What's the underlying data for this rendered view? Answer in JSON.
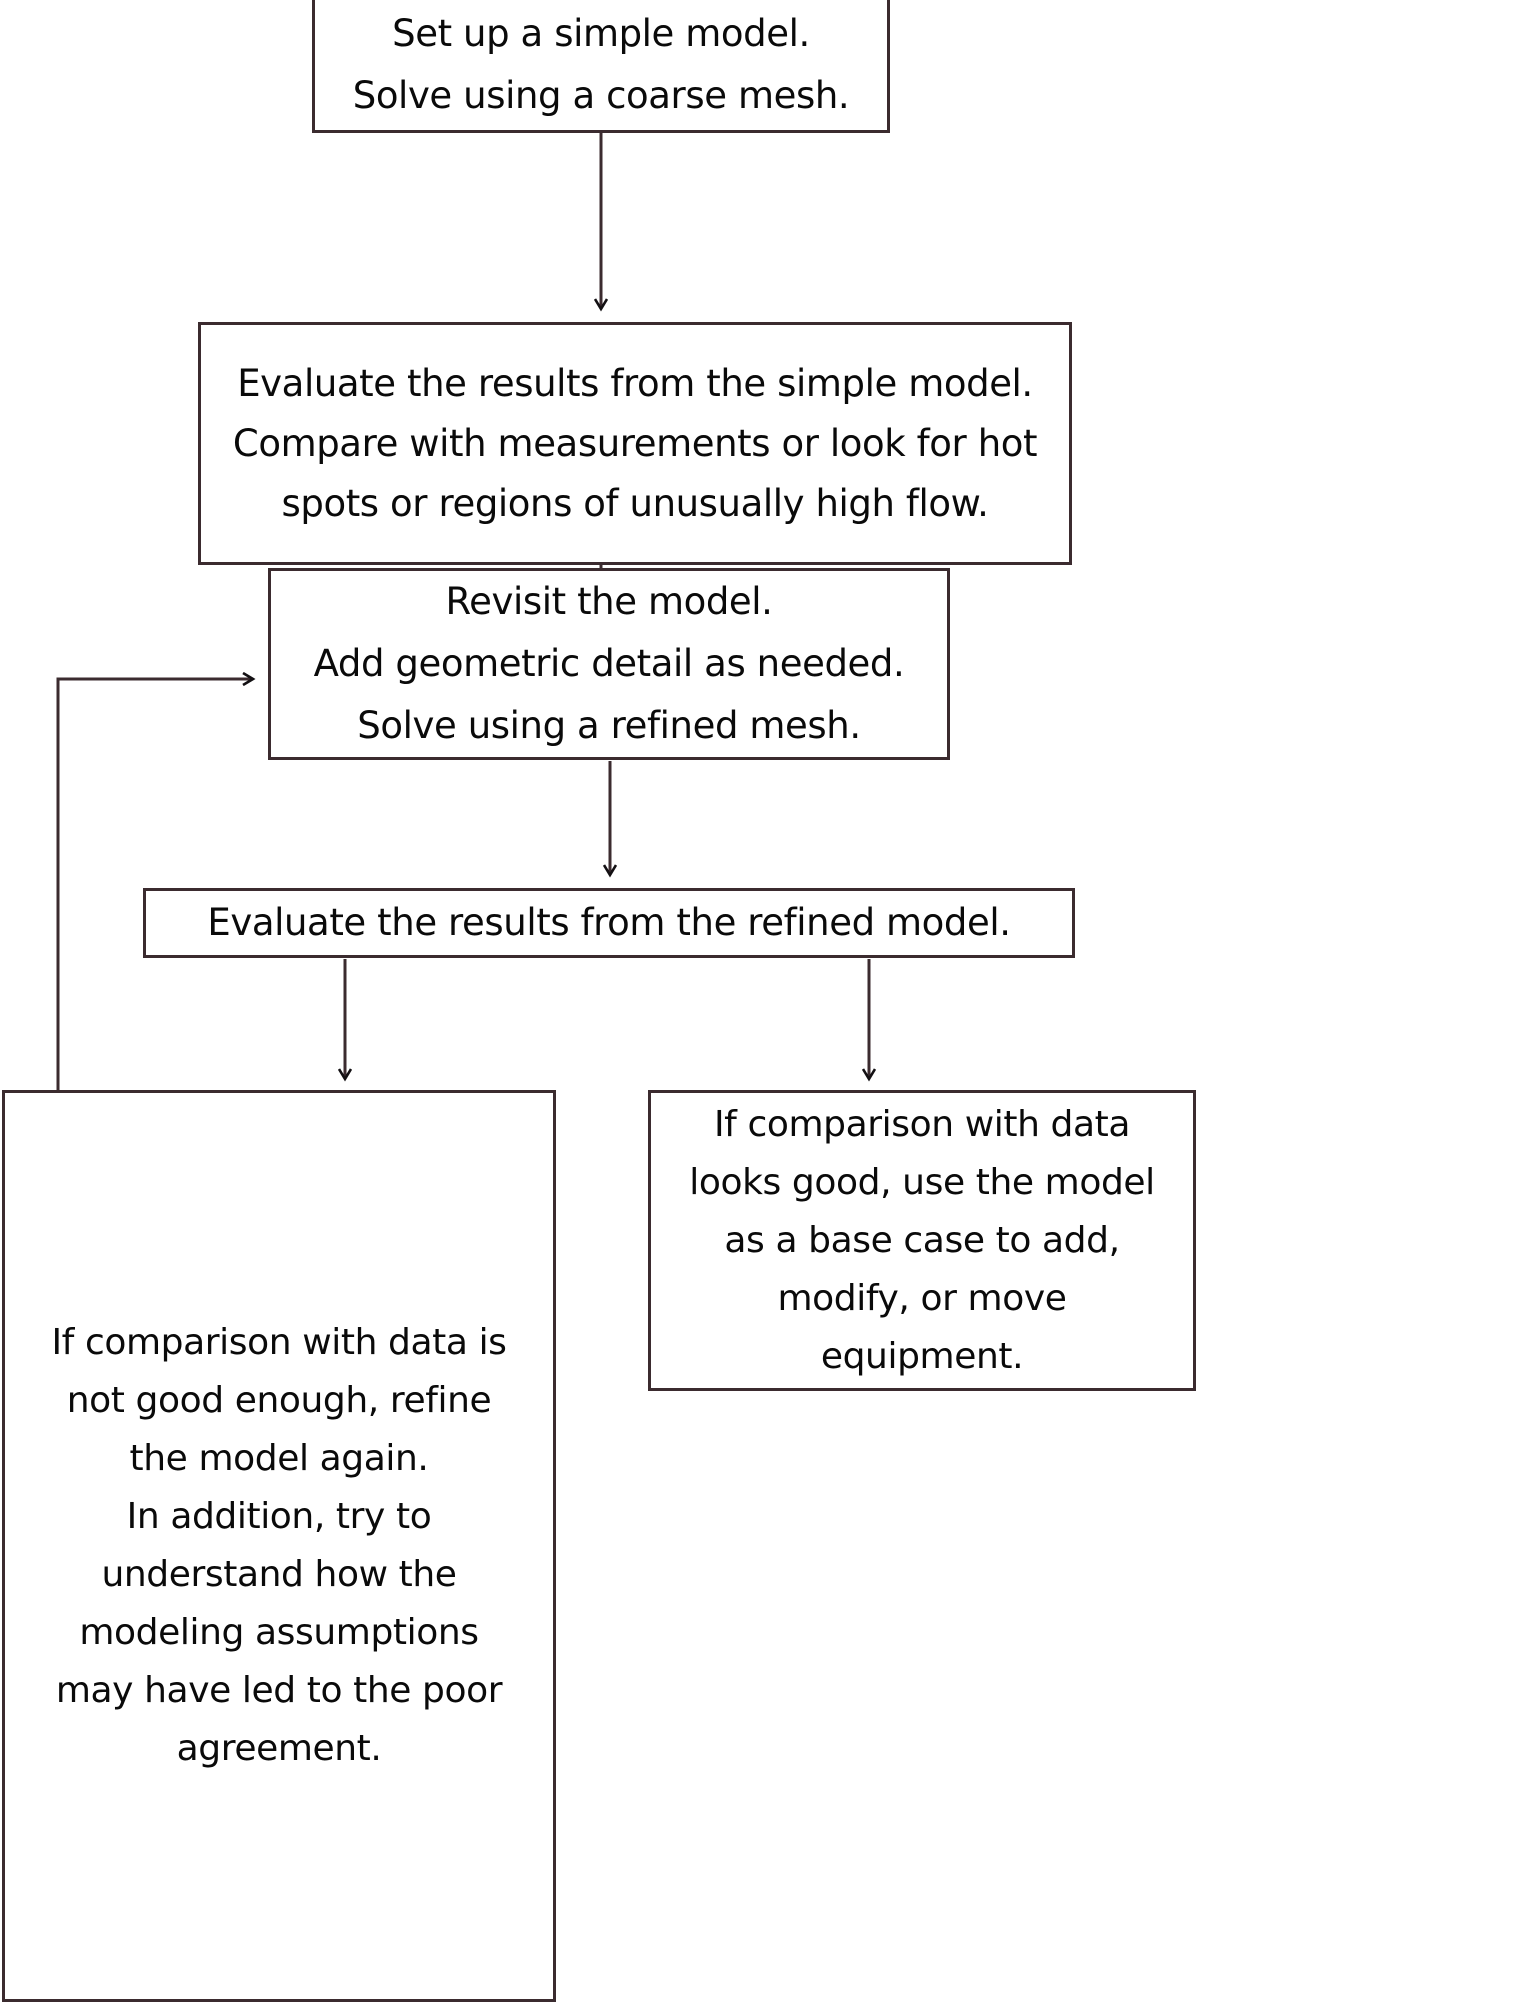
{
  "diagram": {
    "title": "Modeling workflow flowchart",
    "background_color": "#ffffff",
    "stroke_color": "#3b2b2f",
    "text_color": "#0a0a0a"
  },
  "nodes": {
    "setup_model": {
      "name": "setup-model",
      "lines": [
        "Set up a simple model.",
        "Solve using a coarse mesh."
      ]
    },
    "evaluate_simple": {
      "name": "evaluate-simple-model",
      "lines": [
        "Evaluate the results from the simple model.",
        "Compare with measurements or look for hot",
        "spots or regions of unusually high flow."
      ]
    },
    "revisit_model": {
      "name": "revisit-model",
      "lines": [
        "Revisit the model.",
        "Add geometric detail as needed.",
        "Solve using a refined mesh."
      ]
    },
    "evaluate_refined": {
      "name": "evaluate-refined-model",
      "lines": [
        "Evaluate the results from the refined model."
      ]
    },
    "outcome_poor": {
      "name": "outcome-poor-agreement",
      "lines": [
        "If comparison with data is",
        "not good enough, refine",
        "the model again.",
        "In addition,  try to",
        "understand how the",
        "modeling assumptions",
        "may have led to the poor",
        "agreement."
      ]
    },
    "outcome_good": {
      "name": "outcome-good-agreement",
      "lines": [
        "If comparison with data",
        "looks good, use the model",
        "as a base case to add,",
        "modify, or move",
        "equipment."
      ]
    }
  },
  "connectors": [
    {
      "name": "setup-to-evaluate-simple",
      "from": "setup_model",
      "to": "evaluate_simple",
      "style": "straight-down-arrow"
    },
    {
      "name": "evaluate-simple-to-revisit",
      "from": "evaluate_simple",
      "to": "revisit_model",
      "style": "straight-down-arrow"
    },
    {
      "name": "revisit-to-evaluate-refined",
      "from": "revisit_model",
      "to": "evaluate_refined",
      "style": "straight-down-arrow"
    },
    {
      "name": "evaluate-refined-to-outcome-poor",
      "from": "evaluate_refined",
      "to": "outcome_poor",
      "style": "branch-down-left-arrow"
    },
    {
      "name": "evaluate-refined-to-outcome-good",
      "from": "evaluate_refined",
      "to": "outcome_good",
      "style": "branch-down-right-arrow"
    },
    {
      "name": "outcome-poor-feedback-to-revisit",
      "from": "outcome_poor",
      "to": "revisit_model",
      "style": "loop-left-up-arrow"
    }
  ]
}
